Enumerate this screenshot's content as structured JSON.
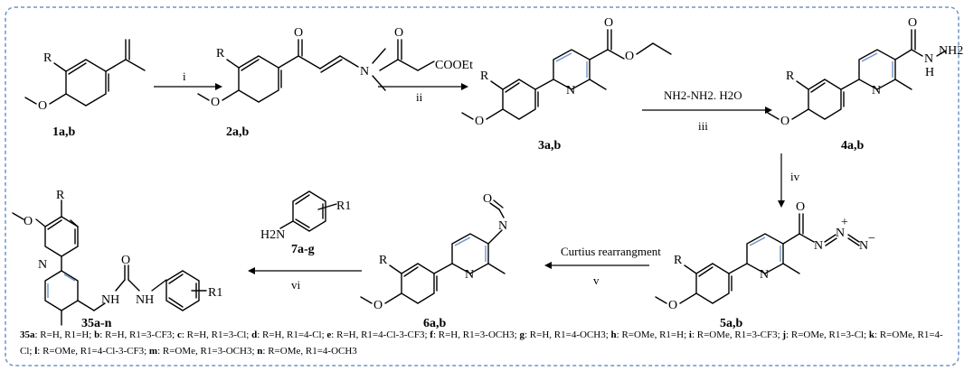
{
  "compounds": {
    "c1": "1a,b",
    "c2": "2a,b",
    "c3": "3a,b",
    "c4": "4a,b",
    "c5": "5a,b",
    "c6": "6a,b",
    "c7": "7a-g",
    "c35": "35a-n"
  },
  "conditions": {
    "i": "i",
    "ii": "ii",
    "iii": "iii",
    "iv": "iv",
    "v": "v",
    "vi": "vi",
    "reagent_iii": "NH2-NH2. H2O",
    "curtius": "Curtius rearrangment"
  },
  "atoms": {
    "R": "R",
    "O": "O",
    "N": "N",
    "H": "H",
    "NH": "NH",
    "NH2": "NH2",
    "COOEt": "COOEt",
    "H2N": "H2N",
    "R1": "R1",
    "plus": "+",
    "minus": "−"
  },
  "legend": [
    {
      "id": "35a",
      "text": ": R=H, R1=H; "
    },
    {
      "id": "b",
      "text": ": R=H, R1=3-CF3; "
    },
    {
      "id": "c",
      "text": ": R=H, R1=3-Cl; "
    },
    {
      "id": "d",
      "text": ": R=H, R1=4-Cl; "
    },
    {
      "id": "e",
      "text": ": R=H, R1=4-Cl-3-CF3; "
    },
    {
      "id": "f",
      "text": ": R=H, R1=3-OCH3; "
    },
    {
      "id": "g",
      "text": ": R=H, R1=4-OCH3; "
    },
    {
      "id": "h",
      "text": ": R=OMe, R1=H; "
    },
    {
      "id": "i",
      "text": ": R=OMe, R1=3-CF3; "
    },
    {
      "id": "j",
      "text": ": R=OMe, R1=3-Cl; "
    },
    {
      "id": "k",
      "text": ": R=OMe, R1=4-Cl; "
    },
    {
      "id": "l",
      "text": ": R=OMe, R1=4-Cl-3-CF3; "
    },
    {
      "id": "m",
      "text": ": R=OMe, R1=3-OCH3; "
    },
    {
      "id": "n",
      "text": ": R=OMe, R1=4-OCH3"
    }
  ]
}
